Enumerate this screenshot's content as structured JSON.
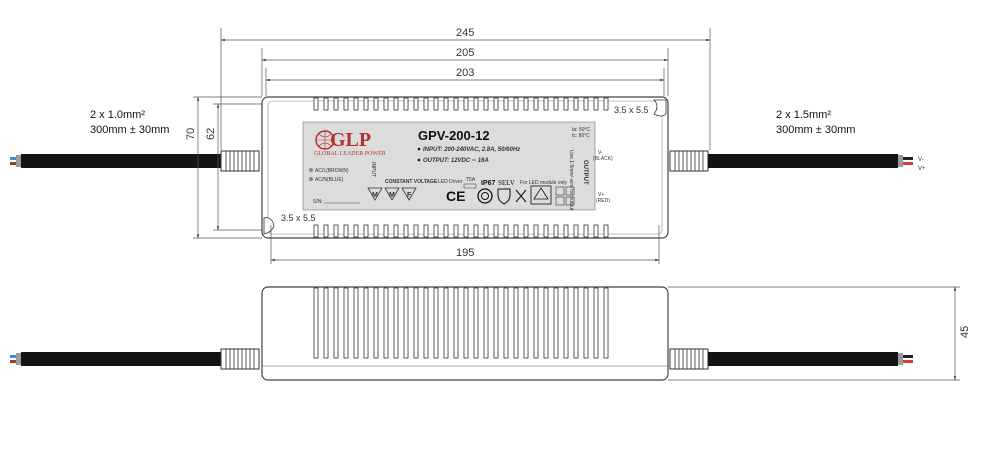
{
  "dimensions": {
    "overall_length": "245",
    "housing_length": "205",
    "body_length": "203",
    "mount_spacing": "195",
    "height_outer": "70",
    "height_inner": "62",
    "depth": "45",
    "mount_hole_top": "3.5 x 5.5",
    "mount_hole_bottom": "3.5 x 5.5"
  },
  "input_cable": {
    "spec": "2 x 1.0mm²",
    "length": "300mm ± 30mm"
  },
  "output_cable": {
    "spec": "2 x 1.5mm²",
    "length": "300mm ± 30mm",
    "wire_neg": "V-",
    "wire_pos": "V+"
  },
  "label": {
    "brand": "GLP",
    "brand_sub": "GLOBAL LEADER POWER",
    "model": "GPV-200-12",
    "input_line": "INPUT: 200-240VAC, 2.8A, 50/60Hz",
    "output_line": "OUTPUT: 12VDC ═ 16A",
    "temp_min": "ta: 50°C",
    "temp_max": "tc: 80°C",
    "input_vertical": "INPUT",
    "ac_l": "AC/L(BROWN)",
    "ac_n": "AC/N(BLUE)",
    "constant_voltage": "CONSTANT VOLTAGE",
    "led_driver": "LED Driver",
    "fuse": "T5A",
    "ip_rating": "IP67",
    "selv": "SELV",
    "led_only": "For LED module only",
    "serial": "S/N:",
    "output_vertical": "OUTPUT",
    "v_neg": "V-",
    "v_neg_color": "(BLACK)",
    "v_pos": "V+",
    "v_pos_color": "(RED)",
    "wire_note": "Use 1.5mm² wire for output"
  },
  "colors": {
    "cable": "#141414",
    "wire_blue": "#3f8fd6",
    "wire_brown": "#8a4a2a",
    "wire_red": "#d93a2a",
    "wire_black": "#222222",
    "label_bg": "#dcdcdc",
    "brand_red": "#b5322a"
  }
}
